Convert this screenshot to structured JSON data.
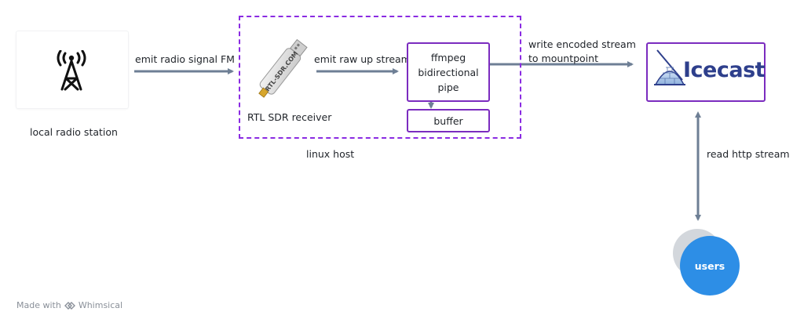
{
  "nodes": {
    "station": {
      "label": "local radio station"
    },
    "rtl": {
      "label": "RTL SDR receiver",
      "stick_text": "RTL-SDR.COM"
    },
    "ffmpeg": {
      "line1": "ffmpeg",
      "line2": "bidirectional",
      "line3": "pipe"
    },
    "buffer": {
      "label": "buffer"
    },
    "host": {
      "label": "linux host"
    },
    "icecast": {
      "logo_text": "Icecast"
    },
    "users": {
      "label": "users"
    }
  },
  "edges": {
    "fm": {
      "label": "emit radio signal FM"
    },
    "raw": {
      "label": "emit raw up stream"
    },
    "encoded": {
      "line1": "write encoded stream",
      "line2": "to mountpoint"
    },
    "http": {
      "label": "read http stream"
    }
  },
  "footer": {
    "prefix": "Made with",
    "brand": "Whimsical"
  },
  "colors": {
    "accent": "#7b2cbf",
    "arrow": "#6e7f95",
    "users": "#2d8ee6",
    "icecast": "#2e3f8c"
  }
}
